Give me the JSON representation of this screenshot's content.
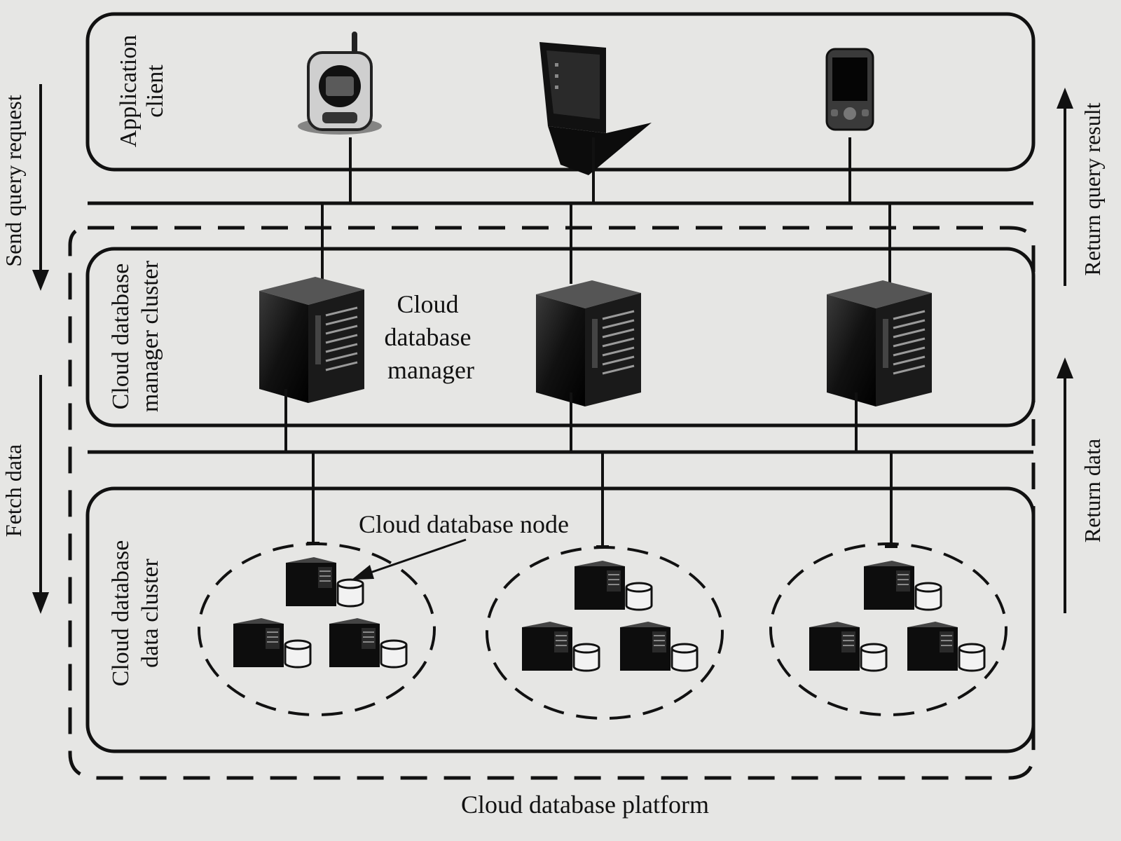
{
  "side_labels": {
    "send_query_request": "Send query request",
    "fetch_data": "Fetch data",
    "return_query_result": "Return query result",
    "return_data": "Return data"
  },
  "layers": {
    "application_client": {
      "line1": "Application",
      "line2": "client"
    },
    "manager_cluster": {
      "line1": "Cloud database",
      "line2": "manager cluster"
    },
    "data_cluster": {
      "line1": "Cloud database",
      "line2": "data cluster"
    }
  },
  "manager_label": {
    "line1": "Cloud",
    "line2": "database",
    "line3": "manager"
  },
  "node_label": "Cloud database node",
  "platform_label": "Cloud database platform",
  "client_devices": [
    "flip-phone-icon",
    "laptop-icon",
    "pda-icon"
  ],
  "colors": {
    "background": "#e6e6e4",
    "ink": "#111111"
  }
}
